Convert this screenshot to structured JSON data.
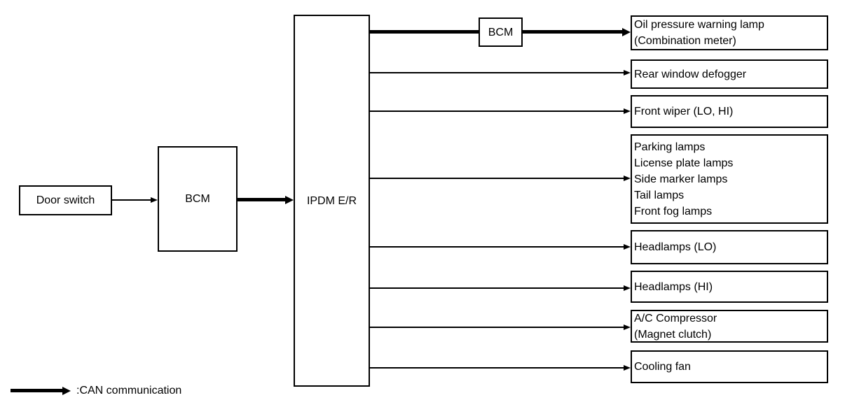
{
  "diagram": {
    "nodes": {
      "door_switch": {
        "label": "Door switch"
      },
      "bcm": {
        "label": "BCM"
      },
      "ipdm": {
        "label": "IPDM E/R"
      },
      "bcm_relay": {
        "label": "BCM"
      }
    },
    "outputs": [
      {
        "label": "Oil pressure warning lamp\n(Combination meter)"
      },
      {
        "label": "Rear window defogger"
      },
      {
        "label": "Front wiper (LO, HI)"
      },
      {
        "label": "Parking lamps\nLicense plate lamps\nSide marker lamps\nTail lamps\nFront fog lamps"
      },
      {
        "label": "Headlamps (LO)"
      },
      {
        "label": "Headlamps (HI)"
      },
      {
        "label": "A/C Compressor\n(Magnet clutch)"
      },
      {
        "label": "Cooling fan"
      }
    ],
    "connections": [
      {
        "from": "Door switch",
        "to": "BCM",
        "can": false
      },
      {
        "from": "BCM",
        "to": "IPDM E/R",
        "can": true
      },
      {
        "from": "IPDM E/R",
        "via": "BCM",
        "to": "Oil pressure warning lamp (Combination meter)",
        "can": true
      },
      {
        "from": "IPDM E/R",
        "to": "Rear window defogger",
        "can": false
      },
      {
        "from": "IPDM E/R",
        "to": "Front wiper (LO, HI)",
        "can": false
      },
      {
        "from": "IPDM E/R",
        "to": "Parking lamps / License plate lamps / Side marker lamps / Tail lamps / Front fog lamps",
        "can": false
      },
      {
        "from": "IPDM E/R",
        "to": "Headlamps (LO)",
        "can": false
      },
      {
        "from": "IPDM E/R",
        "to": "Headlamps (HI)",
        "can": false
      },
      {
        "from": "IPDM E/R",
        "to": "A/C Compressor (Magnet clutch)",
        "can": false
      },
      {
        "from": "IPDM E/R",
        "to": "Cooling fan",
        "can": false
      }
    ],
    "legend": {
      "label": ":CAN communication"
    },
    "colors": {
      "line": "#000000",
      "background": "#ffffff",
      "box_fill": "#ffffff"
    }
  }
}
